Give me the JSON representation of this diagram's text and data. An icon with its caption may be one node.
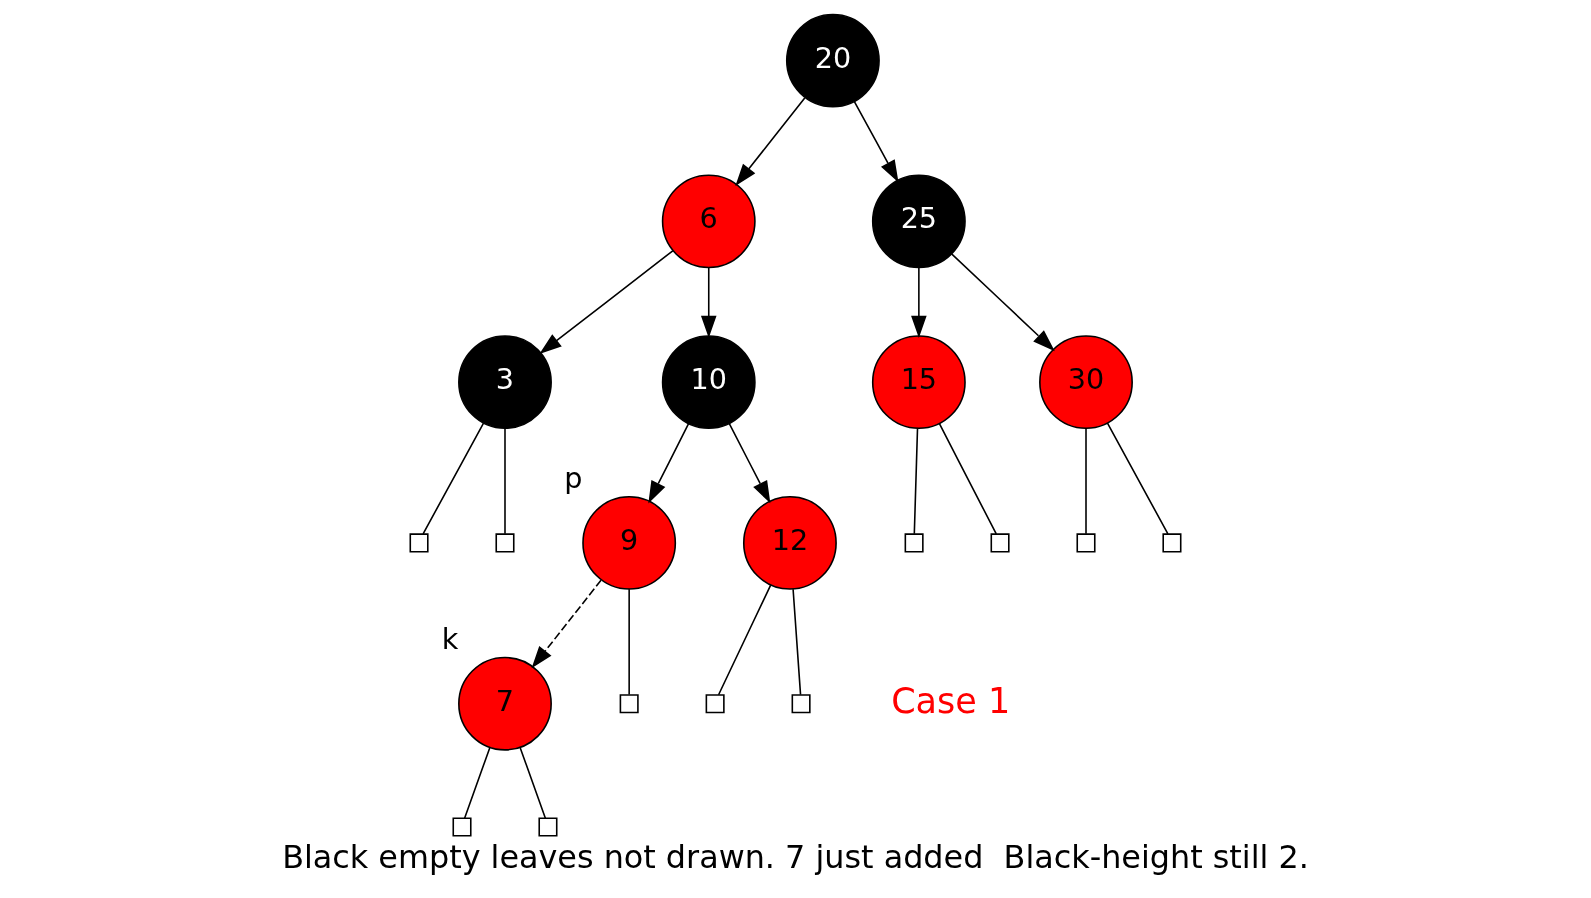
{
  "diagram": {
    "caption": "Black empty leaves not drawn. 7 just added  Black-height still 2.",
    "nodes": [
      {
        "text": [
          "20"
        ]
      },
      {
        "text": [
          "6"
        ]
      },
      {
        "text": [
          "25"
        ]
      },
      {
        "text": [
          "3"
        ]
      },
      {
        "text": [
          "10"
        ]
      },
      {
        "text": [
          "15"
        ]
      },
      {
        "text": [
          "30"
        ]
      },
      {
        "text": [
          "9"
        ],
        "beside": [
          "p"
        ]
      },
      {
        "text": [
          "12"
        ]
      },
      {
        "text": [
          "7"
        ],
        "beside": [
          "k"
        ]
      },
      {
        "text": [],
        "shape": "box"
      },
      {
        "text": [],
        "shape": "box"
      },
      {
        "text": [],
        "shape": "box"
      },
      {
        "text": [],
        "shape": "box"
      },
      {
        "text": [],
        "shape": "box"
      },
      {
        "text": [],
        "shape": "box"
      },
      {
        "text": [],
        "shape": "box"
      },
      {
        "text": [],
        "shape": "box"
      },
      {
        "text": [],
        "shape": "box"
      },
      {
        "text": [],
        "shape": "box"
      },
      {
        "text": [],
        "shape": "box"
      }
    ],
    "edges": [
      {
        "from": 0,
        "to": 1,
        "arrow": "to"
      },
      {
        "from": 0,
        "to": 2,
        "arrow": "to"
      },
      {
        "from": 1,
        "to": 3,
        "arrow": "to"
      },
      {
        "from": 1,
        "to": 4,
        "arrow": "to"
      },
      {
        "from": 2,
        "to": 5,
        "arrow": "to"
      },
      {
        "from": 2,
        "to": 6,
        "arrow": "to"
      },
      {
        "from": 4,
        "to": 7,
        "arrow": "to"
      },
      {
        "from": 4,
        "to": 8,
        "arrow": "to"
      },
      {
        "from": 7,
        "to": 9,
        "arrow": "to",
        "style": "dashed"
      },
      {
        "from": 3,
        "to": 10,
        "arrow": "none"
      },
      {
        "from": 3,
        "to": 11,
        "arrow": "none"
      },
      {
        "from": 9,
        "to": 12,
        "arrow": "none"
      },
      {
        "from": 9,
        "to": 13,
        "arrow": "none"
      },
      {
        "from": 7,
        "to": 14,
        "arrow": "none"
      },
      {
        "from": 8,
        "to": 15,
        "arrow": "none"
      },
      {
        "from": 8,
        "to": 16,
        "arrow": "none"
      },
      {
        "from": 5,
        "to": 17,
        "arrow": "none"
      },
      {
        "from": 5,
        "to": 18,
        "arrow": "none"
      },
      {
        "from": 6,
        "to": 19,
        "arrow": "none"
      },
      {
        "from": 6,
        "to": 20,
        "arrow": "none"
      }
    ],
    "labels": [
      "Case 1"
    ]
  }
}
